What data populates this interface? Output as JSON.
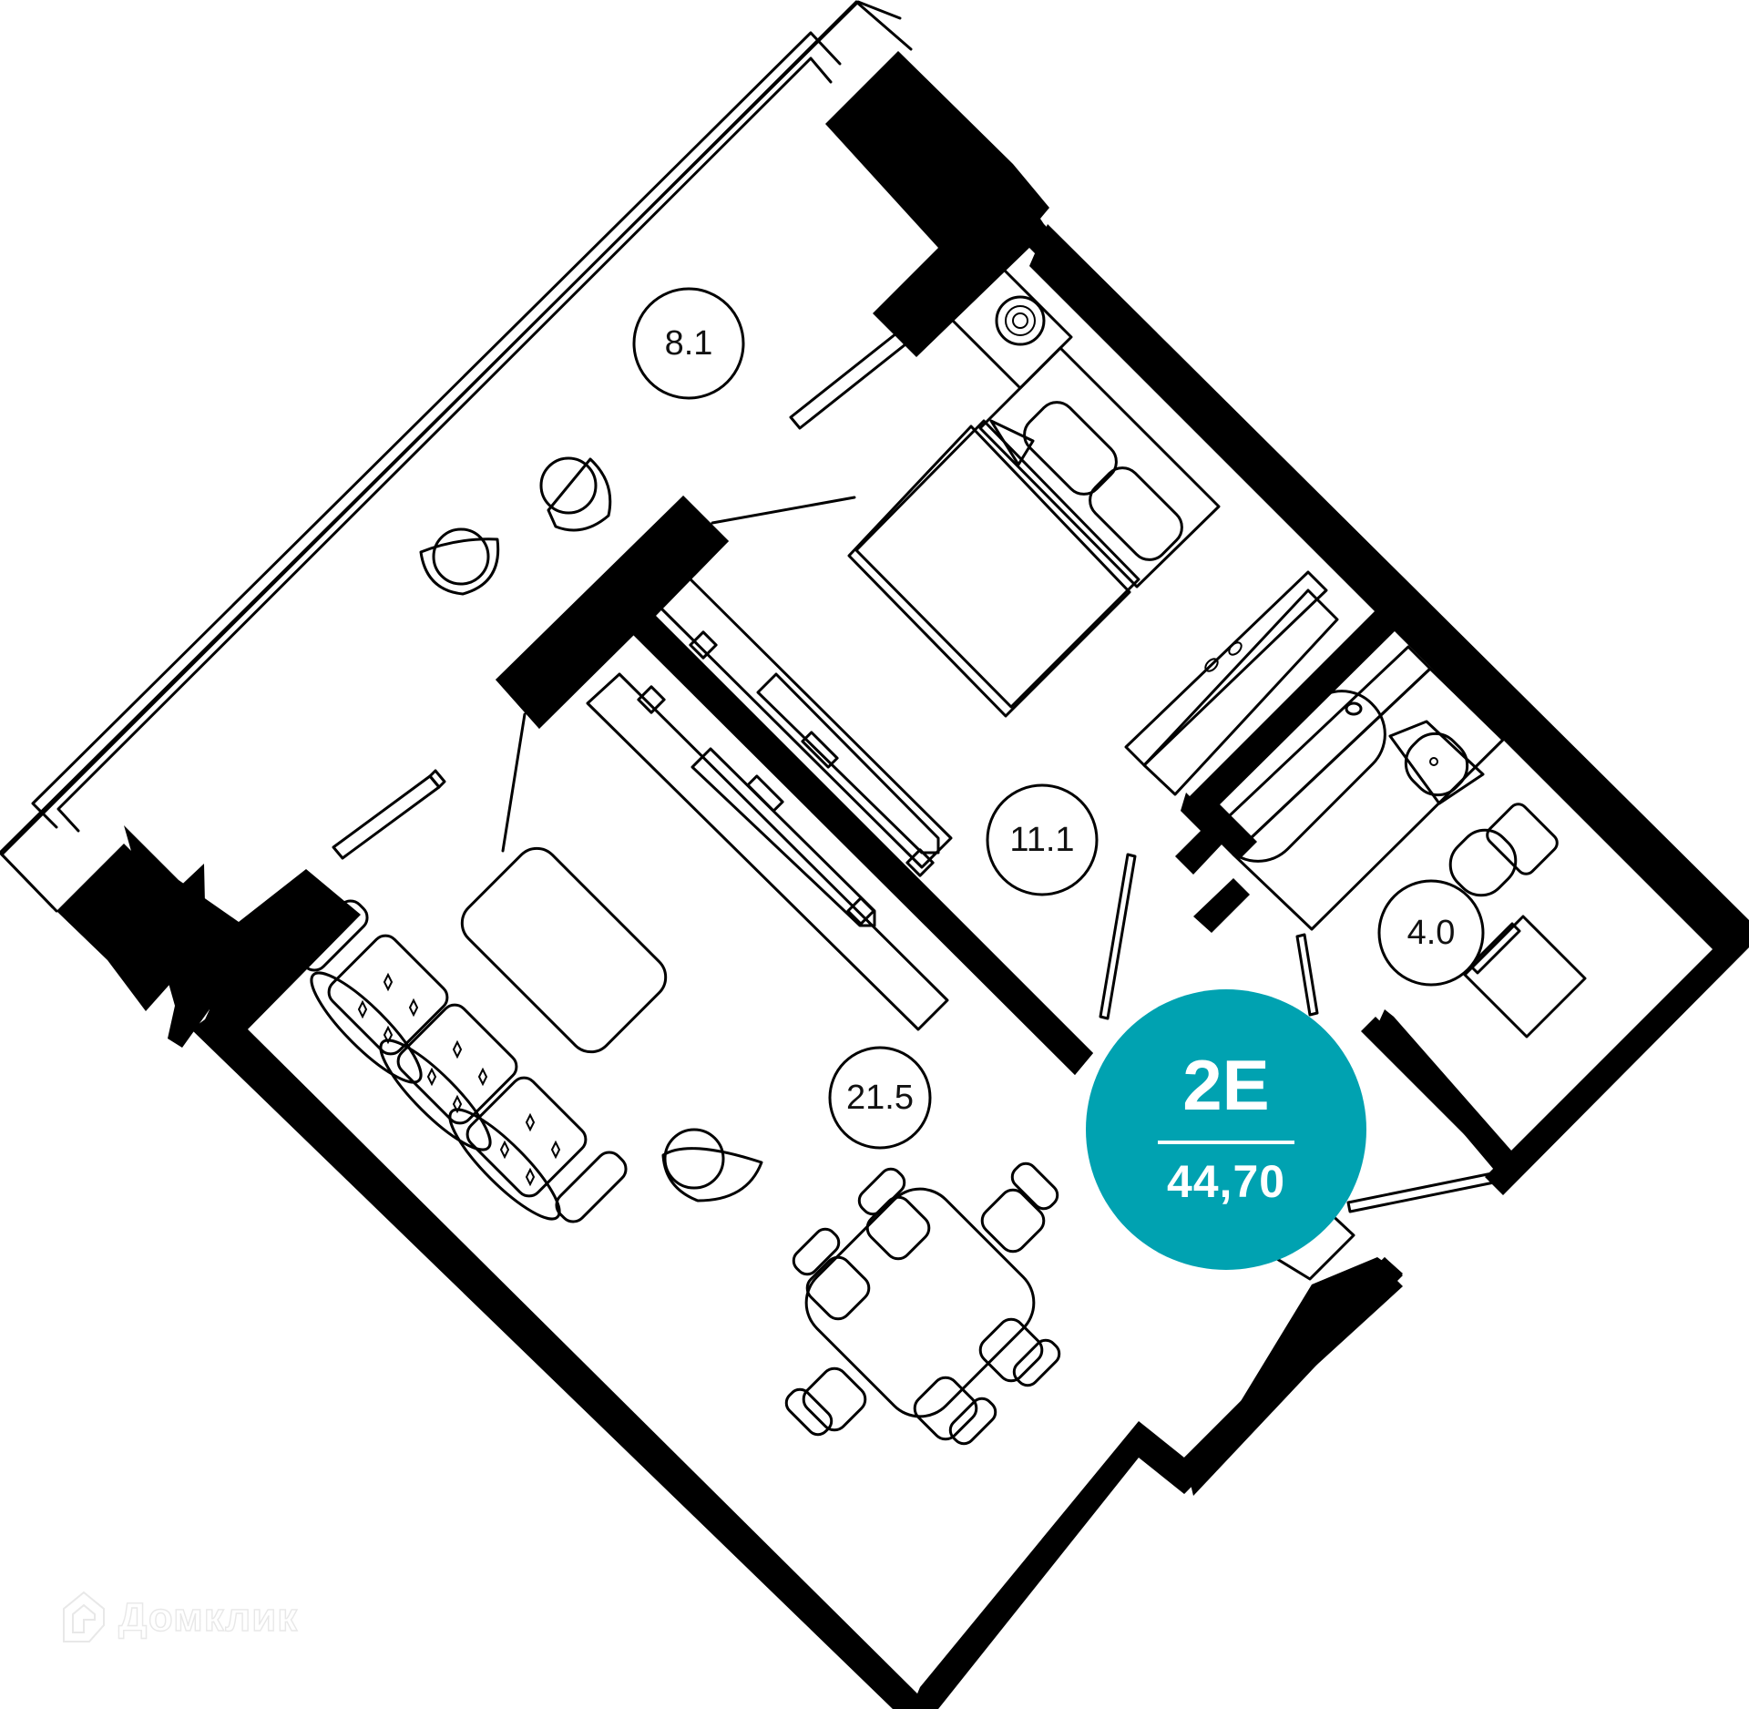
{
  "apartment": {
    "type_label": "2E",
    "total_area": "44,70",
    "badge_color": "#00a2b1"
  },
  "rooms": [
    {
      "name": "balcony-loggia",
      "area": "8.1"
    },
    {
      "name": "bedroom",
      "area": "11.1"
    },
    {
      "name": "living-kitchen",
      "area": "21.5"
    },
    {
      "name": "bathroom",
      "area": "4.0"
    }
  ],
  "watermark": {
    "text": "Домклик",
    "icon": "house-logo-icon"
  },
  "colors": {
    "walls": "#000000",
    "background": "#ffffff",
    "accent": "#00a2b1"
  }
}
